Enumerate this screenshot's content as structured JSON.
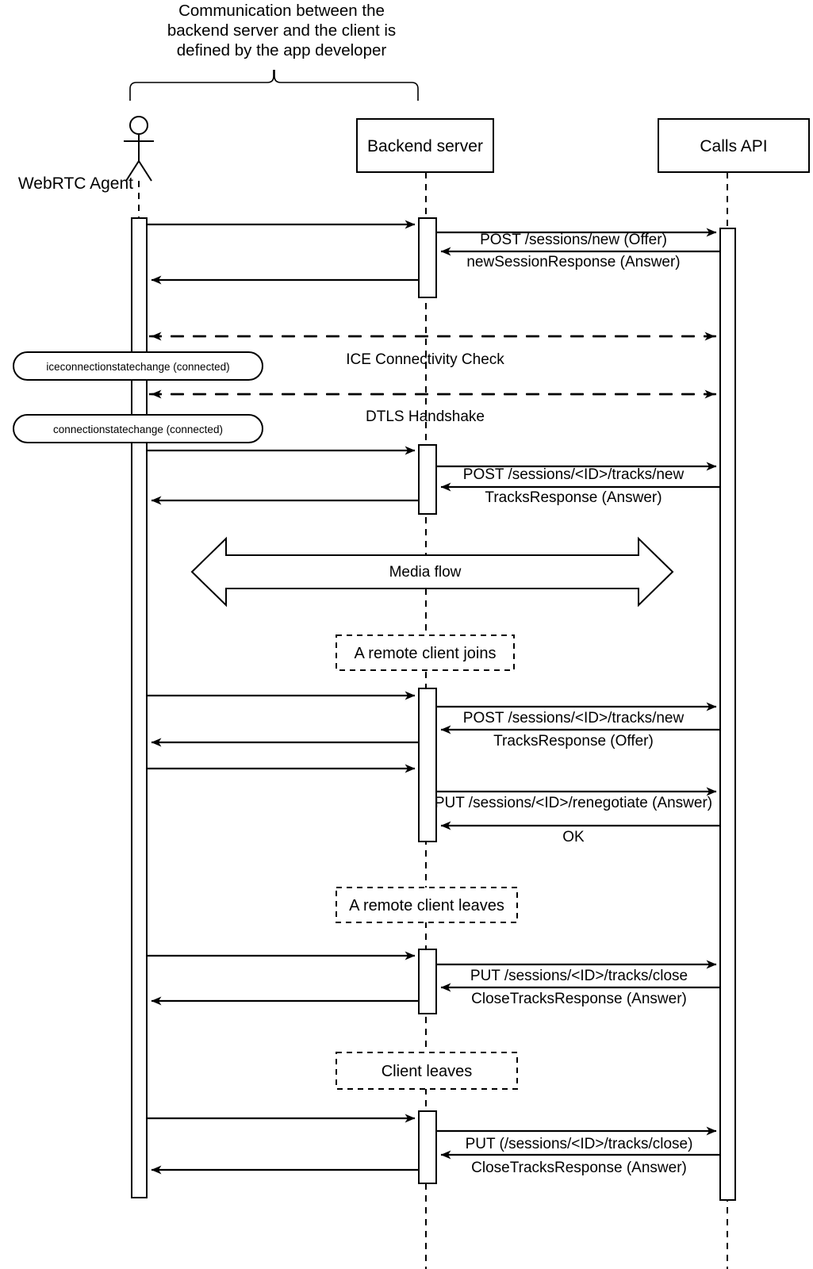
{
  "diagram": {
    "title_lines": [
      "Communication between the",
      "backend server and the client is",
      "defined by the app developer"
    ],
    "participants": [
      {
        "id": "agent",
        "label": "WebRTC Agent",
        "kind": "actor"
      },
      {
        "id": "backend",
        "label": "Backend server",
        "kind": "box"
      },
      {
        "id": "calls",
        "label": "Calls API",
        "kind": "box"
      }
    ],
    "messages": [
      {
        "id": "m1",
        "label": "POST /sessions/new (Offer)",
        "from": "backend",
        "to": "calls"
      },
      {
        "id": "m2",
        "label": "newSessionResponse (Answer)",
        "from": "calls",
        "to": "backend"
      },
      {
        "id": "m3",
        "label": "ICE Connectivity Check",
        "from": "agent",
        "to": "calls",
        "style": "dashed-bidirectional"
      },
      {
        "id": "m4",
        "label": "DTLS Handshake",
        "from": "agent",
        "to": "calls",
        "style": "dashed-bidirectional"
      },
      {
        "id": "m5",
        "label": "POST /sessions/<ID>/tracks/new",
        "from": "backend",
        "to": "calls"
      },
      {
        "id": "m6",
        "label": "TracksResponse (Answer)",
        "from": "calls",
        "to": "backend"
      },
      {
        "id": "m7",
        "label": "Media flow",
        "from": "agent",
        "to": "calls",
        "style": "block-bidirectional"
      },
      {
        "id": "m8",
        "label": "POST /sessions/<ID>/tracks/new",
        "from": "backend",
        "to": "calls"
      },
      {
        "id": "m9",
        "label": "TracksResponse (Offer)",
        "from": "calls",
        "to": "backend"
      },
      {
        "id": "m10",
        "label": "PUT /sessions/<ID>/renegotiate (Answer)",
        "from": "backend",
        "to": "calls"
      },
      {
        "id": "m11",
        "label": "OK",
        "from": "calls",
        "to": "backend"
      },
      {
        "id": "m12",
        "label": "PUT /sessions/<ID>/tracks/close",
        "from": "backend",
        "to": "calls"
      },
      {
        "id": "m13",
        "label": "CloseTracksResponse (Answer)",
        "from": "calls",
        "to": "backend"
      },
      {
        "id": "m14",
        "label": "PUT (/sessions/<ID>/tracks/close)",
        "from": "backend",
        "to": "calls"
      },
      {
        "id": "m15",
        "label": "CloseTracksResponse (Answer)",
        "from": "calls",
        "to": "backend"
      }
    ],
    "event_pills": [
      {
        "id": "p1",
        "label": "iceconnectionstatechange (connected)"
      },
      {
        "id": "p2",
        "label": "connectionstatechange (connected)"
      }
    ],
    "notes": [
      {
        "id": "n1",
        "label": "A remote client joins"
      },
      {
        "id": "n2",
        "label": "A remote client leaves"
      },
      {
        "id": "n3",
        "label": "Client leaves"
      }
    ],
    "colors": {
      "stroke": "#000000",
      "background": "#ffffff"
    }
  }
}
